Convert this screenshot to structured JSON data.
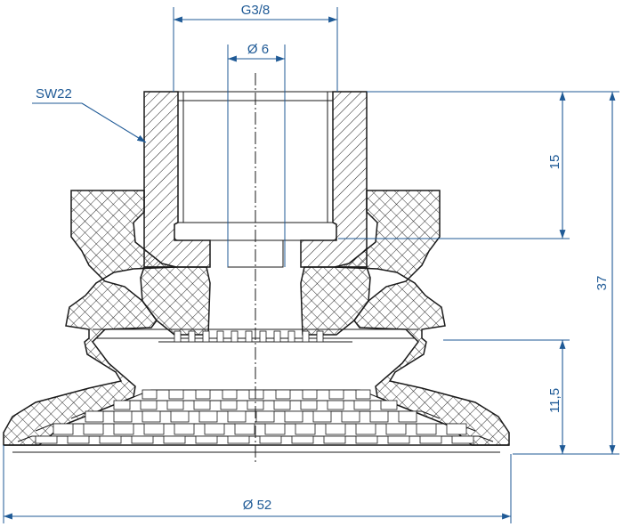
{
  "dimensions": {
    "thread": "G3/8",
    "bore_diameter": "Ø 6",
    "wrench_size": "SW22",
    "fitting_height": "15",
    "overall_height": "37",
    "cup_height": "11,5",
    "cup_diameter": "Ø 52"
  },
  "colors": {
    "dimension": "#1f5a96",
    "outline": "#1a1a1a"
  }
}
